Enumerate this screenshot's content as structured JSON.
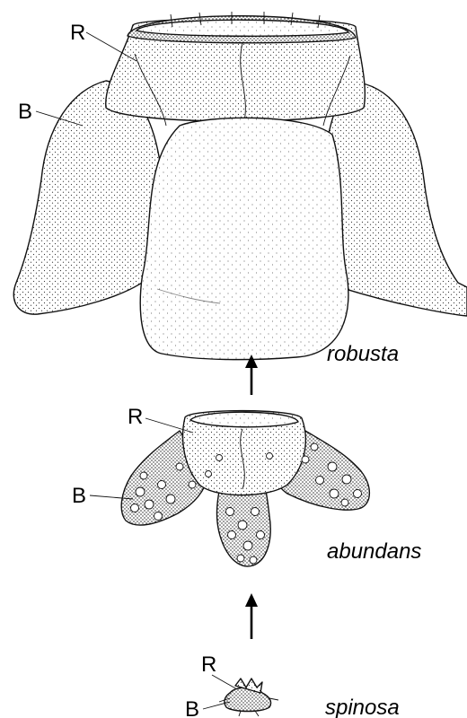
{
  "figure": {
    "stages": [
      {
        "species": "robusta",
        "label_r": "R",
        "label_b": "B"
      },
      {
        "species": "abundans",
        "label_r": "R",
        "label_b": "B"
      },
      {
        "species": "spinosa",
        "label_r": "R",
        "label_b": "B"
      }
    ]
  }
}
